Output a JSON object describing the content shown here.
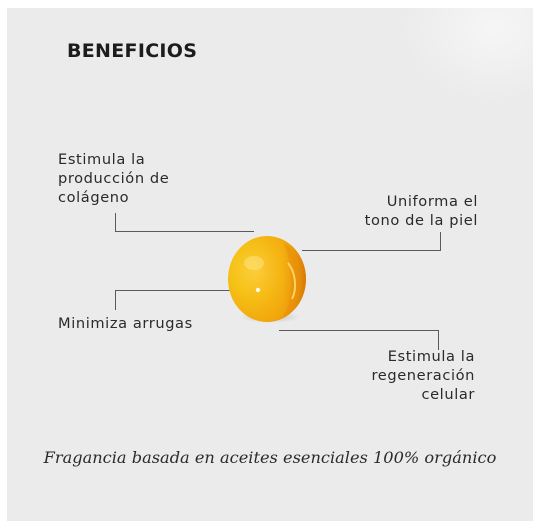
{
  "title": "BENEFICIOS",
  "benefits": {
    "collagen": [
      "Estimula la",
      "producción de",
      "colágeno"
    ],
    "skin_tone": [
      "Uniforma el",
      "tono de la piel"
    ],
    "wrinkles": [
      "Minimiza arrugas"
    ],
    "regeneration": [
      "Estimula la",
      "regeneración",
      "celular"
    ]
  },
  "caption": "Fragancia basada en aceites esenciales 100% orgánico",
  "colors": {
    "background": "#ebebeb",
    "capsule": "#f3b80d",
    "capsule_highlight": "#ffd84a",
    "capsule_edge": "#e07f08",
    "leader_lines": "#5a5a5a"
  },
  "icons": {
    "product": "oil-capsule-icon"
  }
}
